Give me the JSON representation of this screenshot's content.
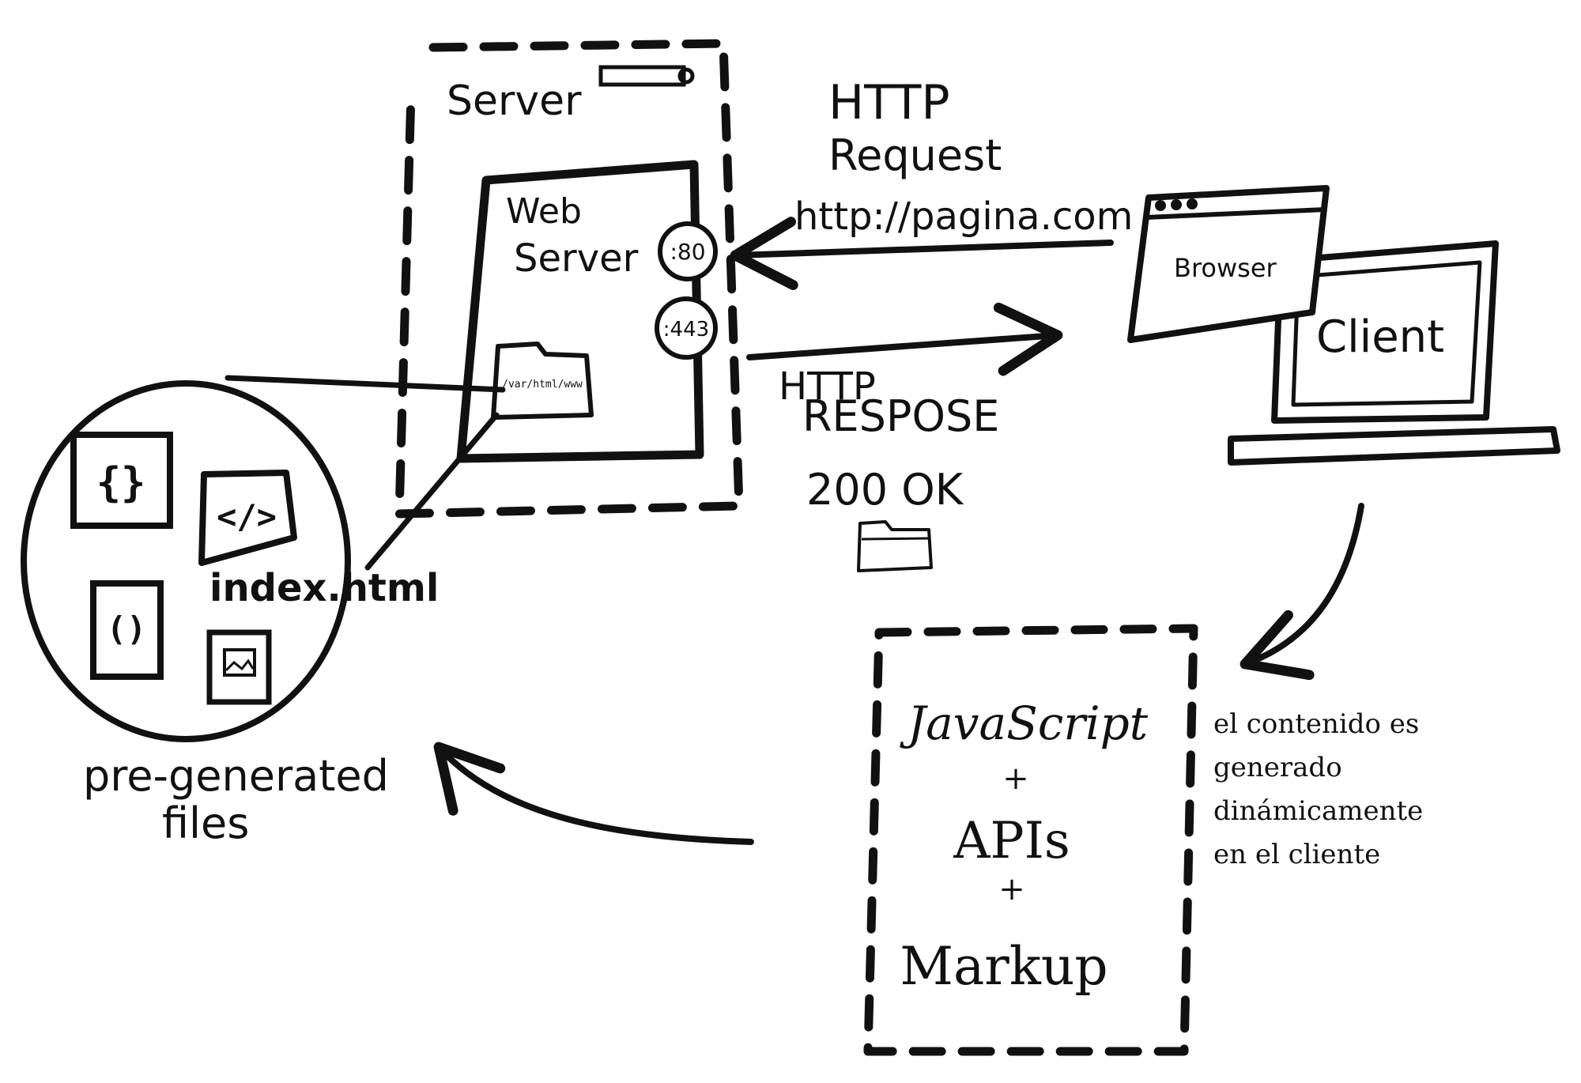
{
  "colors": {
    "ink": "#111111",
    "background": "#ffffff"
  },
  "server": {
    "label": "Server"
  },
  "web_server": {
    "label_line1": "Web",
    "label_line2": "Server",
    "path": "/var/html/www"
  },
  "ports": [
    ":80",
    ":443"
  ],
  "request": {
    "label_line1": "HTTP",
    "label_line2": "Request",
    "url": "http://pagina.com"
  },
  "response": {
    "label_line1": "HTTP",
    "label_line2": "RESPOSE",
    "status": "200 OK"
  },
  "client": {
    "browser_label": "Browser",
    "label": "Client"
  },
  "files": {
    "filename": "index.html",
    "caption_line1": "pre-generated",
    "caption_line2": "files",
    "icons": [
      "{}",
      "</>",
      "()",
      "image-icon"
    ]
  },
  "stack": {
    "line1": "JavaScript",
    "plus1": "+",
    "line2": "APIs",
    "plus2": "+",
    "line3": "Markup"
  },
  "note": {
    "line1": "el contenido es",
    "line2": "generado",
    "line3": "dinámicamente",
    "line4": "en el cliente"
  }
}
